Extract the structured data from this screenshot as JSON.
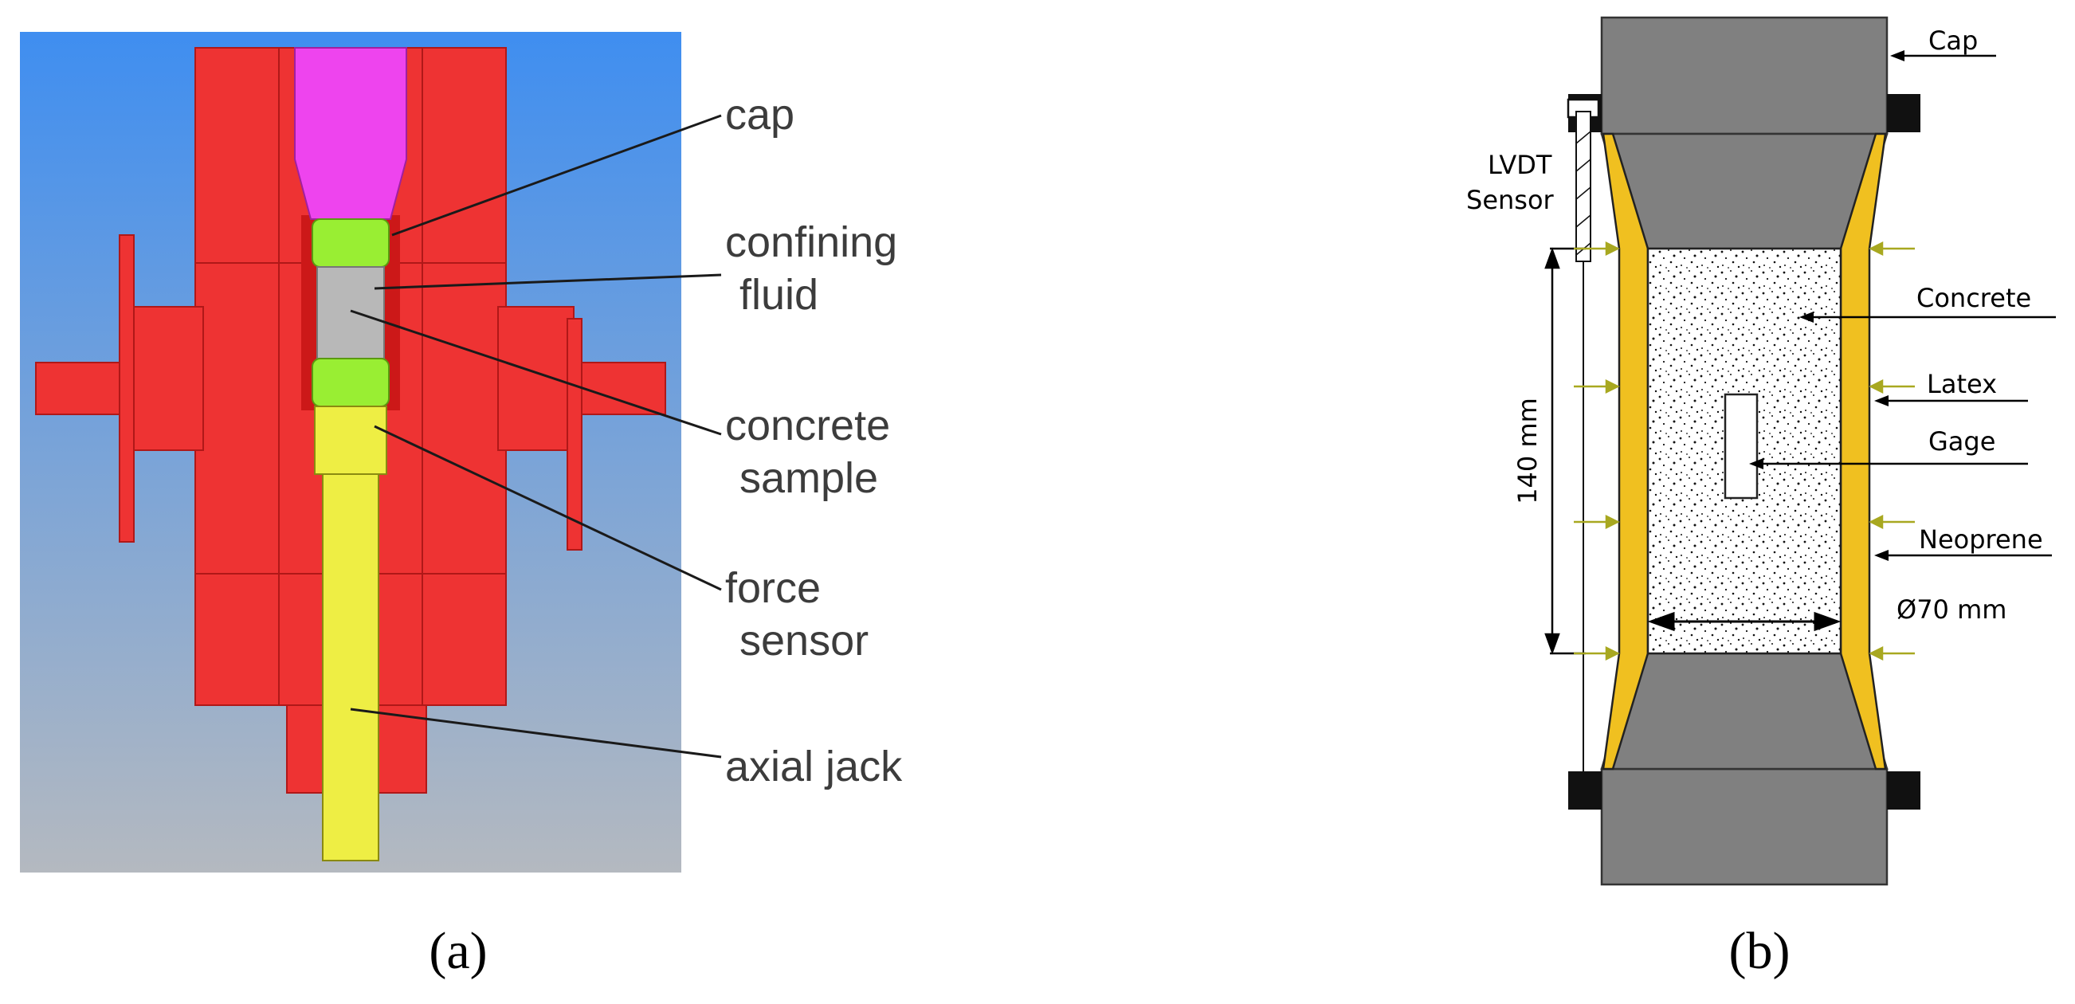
{
  "panel_a": {
    "caption": "(a)",
    "labels": {
      "cap": "cap",
      "confining_line1": "confining",
      "confining_line2": "fluid",
      "concrete_line1": "concrete",
      "concrete_line2": "sample",
      "force_line1": "force",
      "force_line2": "sensor",
      "jack": "axial jack"
    },
    "colors": {
      "background_top": "#3f8ef0",
      "background_bottom": "#b4b9c0",
      "cell_body": "#ee3333",
      "cap": "#ee44ee",
      "end_pieces": "#99ee33",
      "sample": "#b8b8b8",
      "jack": "#eeee44"
    }
  },
  "panel_b": {
    "caption": "(b)",
    "labels": {
      "cap": "Cap",
      "lvdt_line1": "LVDT",
      "lvdt_line2": "Sensor",
      "concrete": "Concrete",
      "latex": "Latex",
      "gage": "Gage",
      "neoprene": "Neoprene",
      "diameter": "Ø70 mm",
      "height": "140 mm"
    },
    "colors": {
      "caps": "#808080",
      "membrane": "#f0c020",
      "arrows": "#a8a820",
      "concrete_fill": "#ffffff"
    }
  }
}
